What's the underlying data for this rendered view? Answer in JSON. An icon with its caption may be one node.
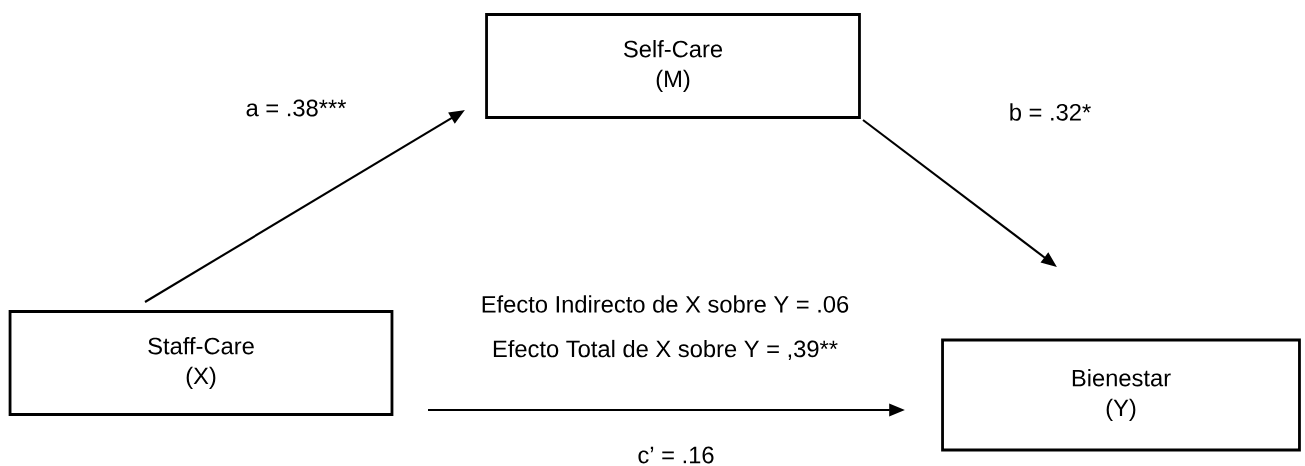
{
  "diagram": {
    "nodes": [
      {
        "text": [
          "Self-Care",
          "(M)"
        ]
      },
      {
        "text": [
          "Staff-Care",
          "(X)"
        ]
      },
      {
        "text": [
          "Bienestar",
          "(Y)"
        ]
      }
    ],
    "edges": [
      {
        "from": 1,
        "to": 0,
        "arrow": "to",
        "label": "a = .38***"
      },
      {
        "from": 0,
        "to": 2,
        "arrow": "to",
        "label": "b = .32*"
      },
      {
        "from": 1,
        "to": 2,
        "arrow": "to",
        "label": "c’ = .16"
      }
    ],
    "labels": [
      "Efecto Indirecto de X sobre Y = .06",
      "Efecto Total de X sobre Y = ,39**"
    ]
  }
}
